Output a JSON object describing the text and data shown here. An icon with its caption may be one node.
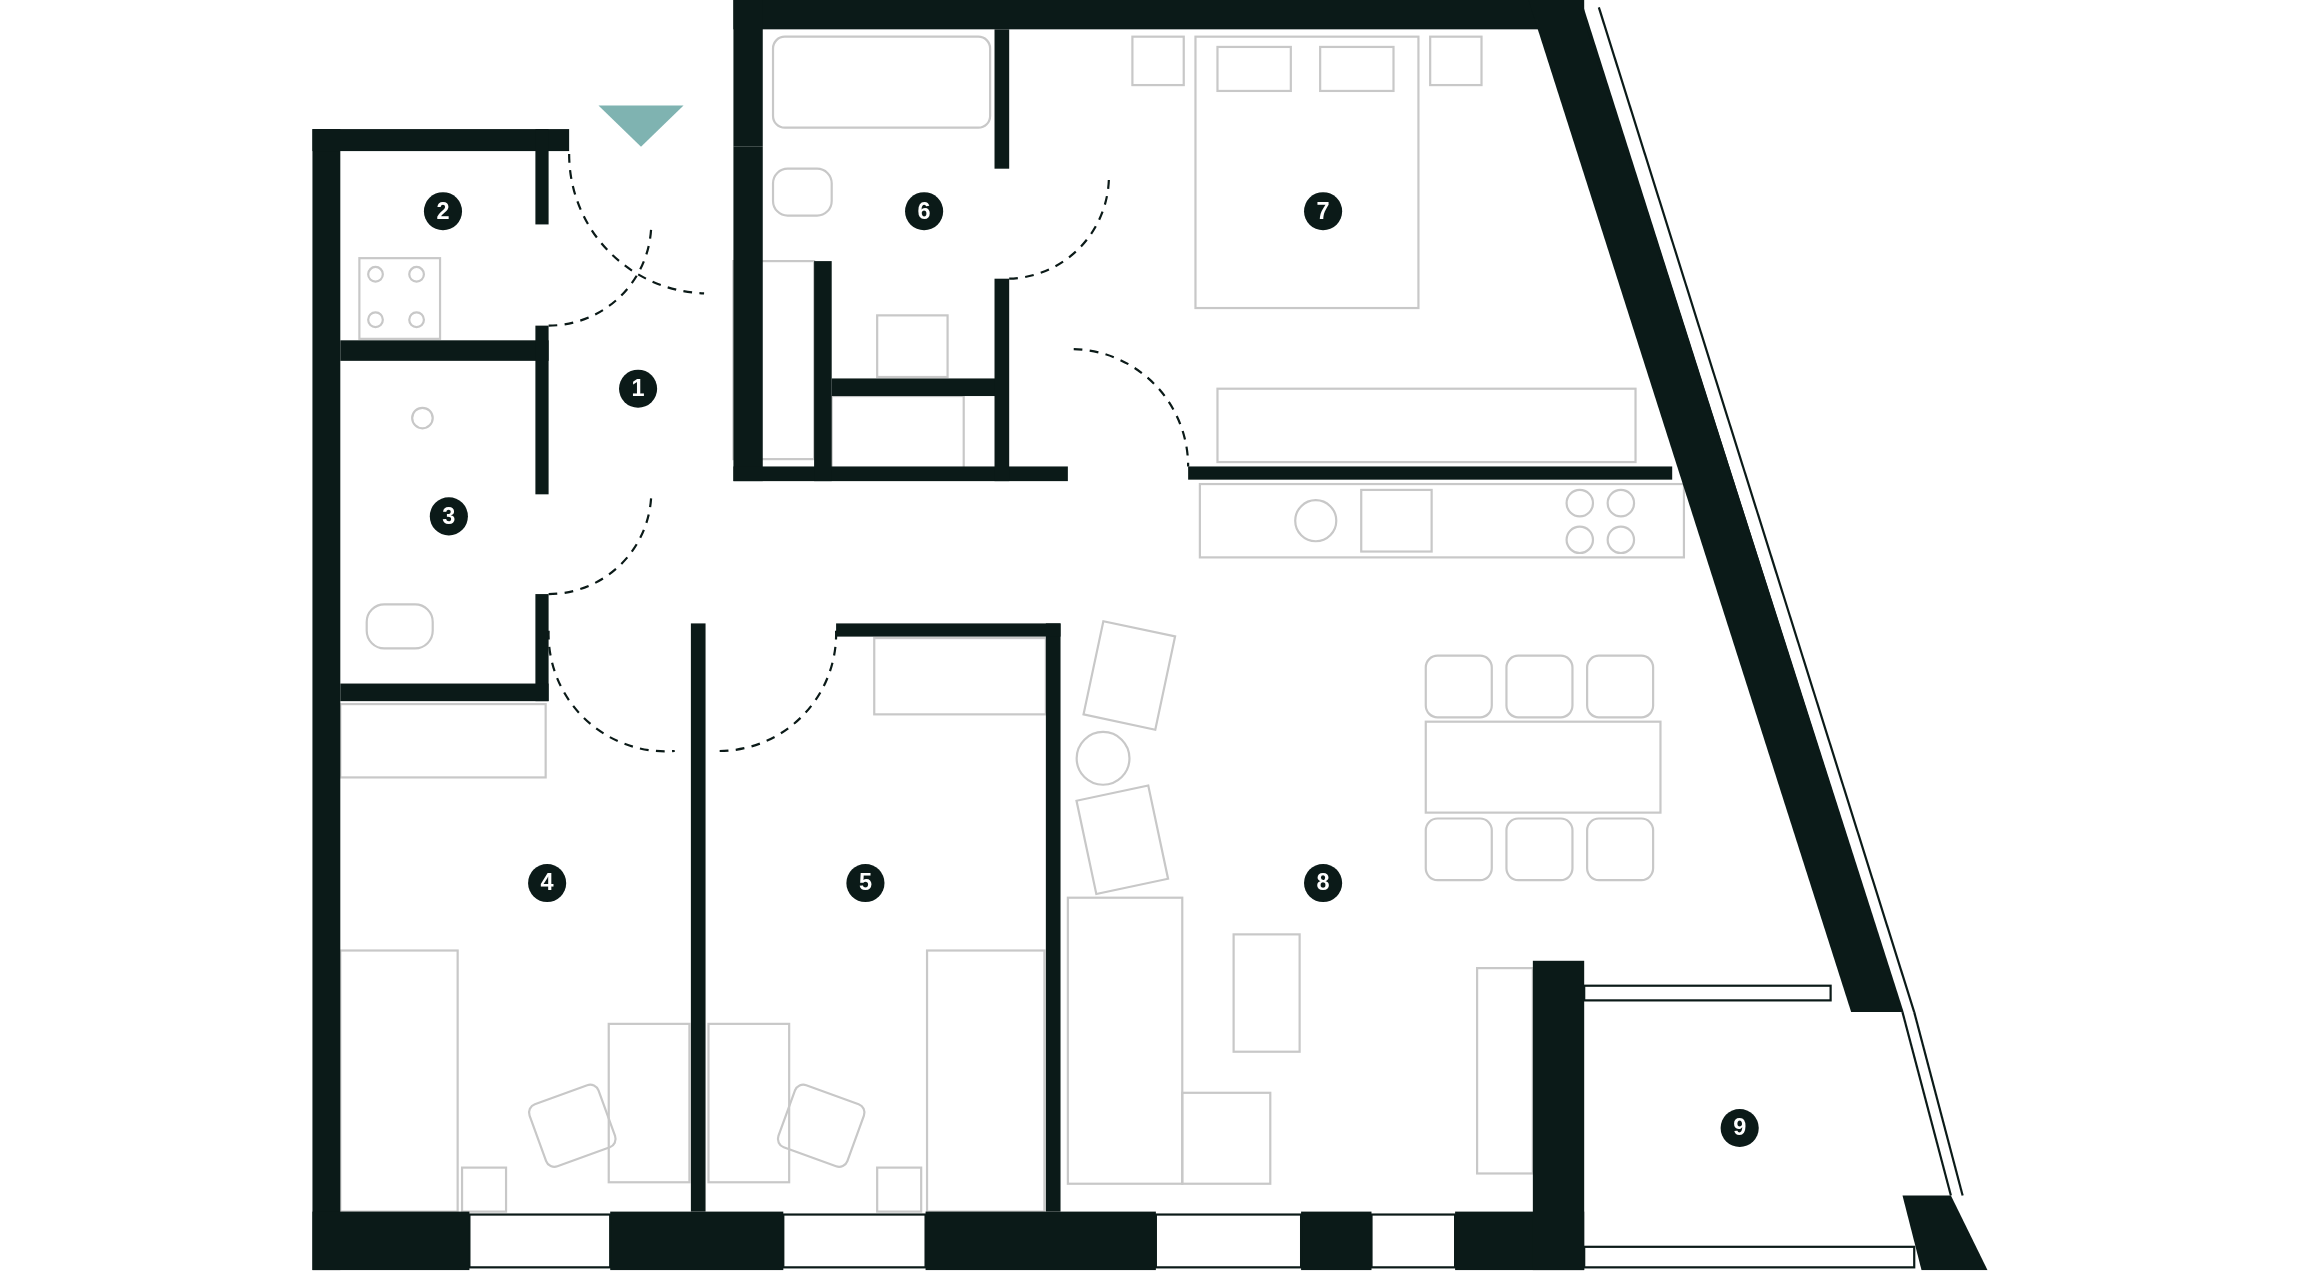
{
  "diagram": {
    "labels": [
      "2",
      "6",
      "7",
      "1",
      "3",
      "4",
      "5",
      "8",
      "9"
    ]
  }
}
